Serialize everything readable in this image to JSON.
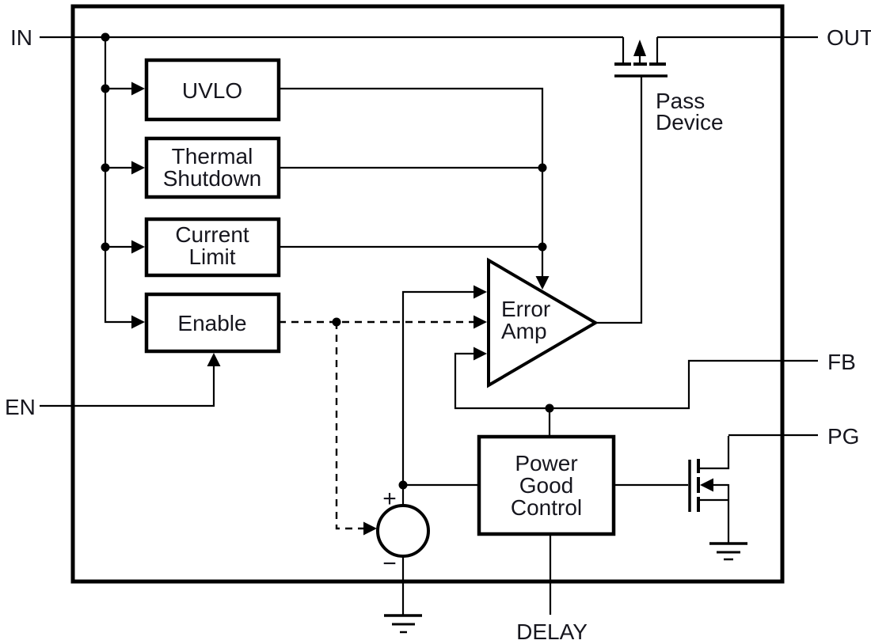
{
  "pins": {
    "in": "IN",
    "out": "OUT",
    "en": "EN",
    "fb": "FB",
    "pg": "PG",
    "delay": "DELAY"
  },
  "blocks": {
    "uvlo": {
      "lines": [
        "UVLO"
      ]
    },
    "thermal_shutdown": {
      "lines": [
        "Thermal",
        "Shutdown"
      ]
    },
    "current_limit": {
      "lines": [
        "Current",
        "Limit"
      ]
    },
    "enable": {
      "lines": [
        "Enable"
      ]
    },
    "error_amp": {
      "lines": [
        "Error",
        "Amp"
      ]
    },
    "power_good_control": {
      "lines": [
        "Power",
        "Good",
        "Control"
      ]
    },
    "pass_device": {
      "lines": [
        "Pass",
        "Device"
      ]
    }
  },
  "voltage_reference": {
    "plus_sign": "+",
    "minus_sign": "−"
  },
  "colors": {
    "line": "#000000",
    "text": "#16161e",
    "background": "#ffffff"
  }
}
